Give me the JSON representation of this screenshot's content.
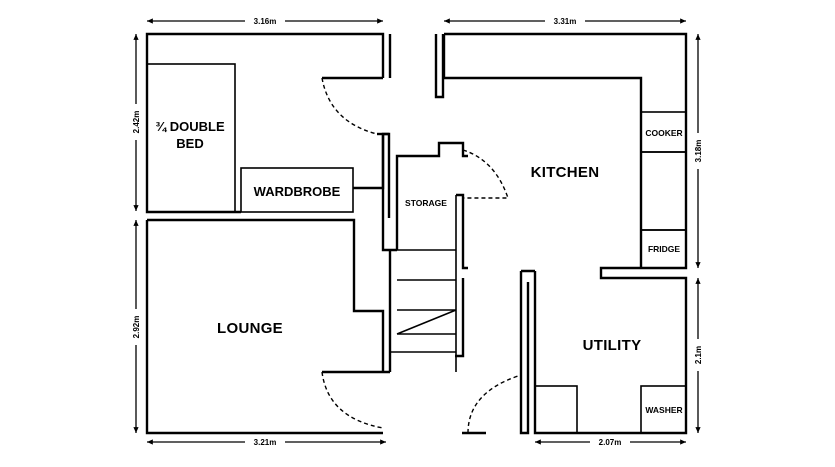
{
  "rooms": {
    "bed_line1": "¾ DOUBLE",
    "bed_line2": "BED",
    "wardrobe": "WARDBROBE",
    "storage": "STORAGE",
    "kitchen": "KITCHEN",
    "cooker": "COOKER",
    "fridge": "FRIDGE",
    "lounge": "LOUNGE",
    "utility": "UTILITY",
    "washer": "WASHER"
  },
  "dimensions": {
    "top_left": "3.16m",
    "top_right": "3.31m",
    "left_upper": "2.42m",
    "left_lower": "2.92m",
    "right_upper": "3.18m",
    "right_lower": "2.1m",
    "bottom_left": "3.21m",
    "bottom_right": "2.07m"
  }
}
